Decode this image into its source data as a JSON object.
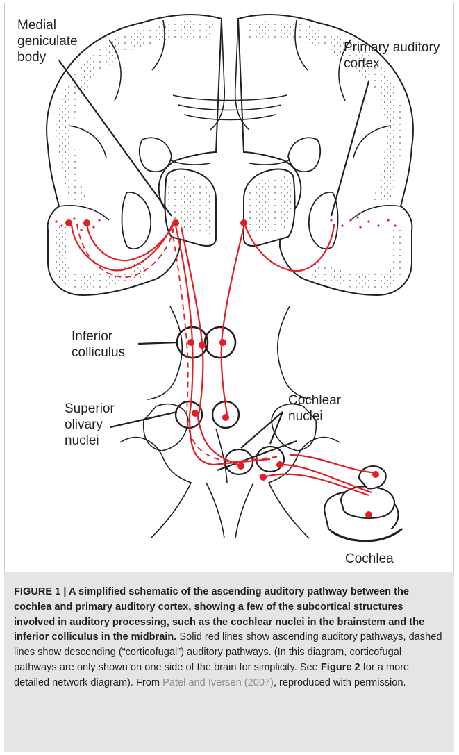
{
  "labels": {
    "medial_geniculate": "Medial\ngeniculate\nbody",
    "primary_auditory_cortex": "Primary auditory\ncortex",
    "inferior_colliculus": "Inferior\ncolliculus",
    "superior_olivary": "Superior\nolivary\nnuclei",
    "cochlear_nuclei": "Cochlear\nnuclei",
    "cochlea": "Cochlea"
  },
  "caption": {
    "figure_label": "FIGURE 1 | ",
    "title": "A simplified schematic of the ascending auditory pathway between the cochlea and primary auditory cortex, showing a few of the subcortical structures involved in auditory processing, such as the cochlear nuclei in the brainstem and the inferior colliculus in the midbrain.",
    "body_1": " Solid red lines show ascending auditory pathways, dashed lines show descending (“corticofugal”) auditory pathways. (In this diagram, corticofugal pathways are only shown on one side of the brain for simplicity. See ",
    "figure_ref": "Figure 2",
    "body_2": " for a more detailed network diagram). From ",
    "citation": "Patel and Iversen (2007)",
    "body_3": ", reproduced with permission."
  },
  "colors": {
    "pathway": "#e21f26",
    "outline": "#231f20",
    "caption_background": "#e4e5e6",
    "citation_link": "#8c8c8c"
  }
}
